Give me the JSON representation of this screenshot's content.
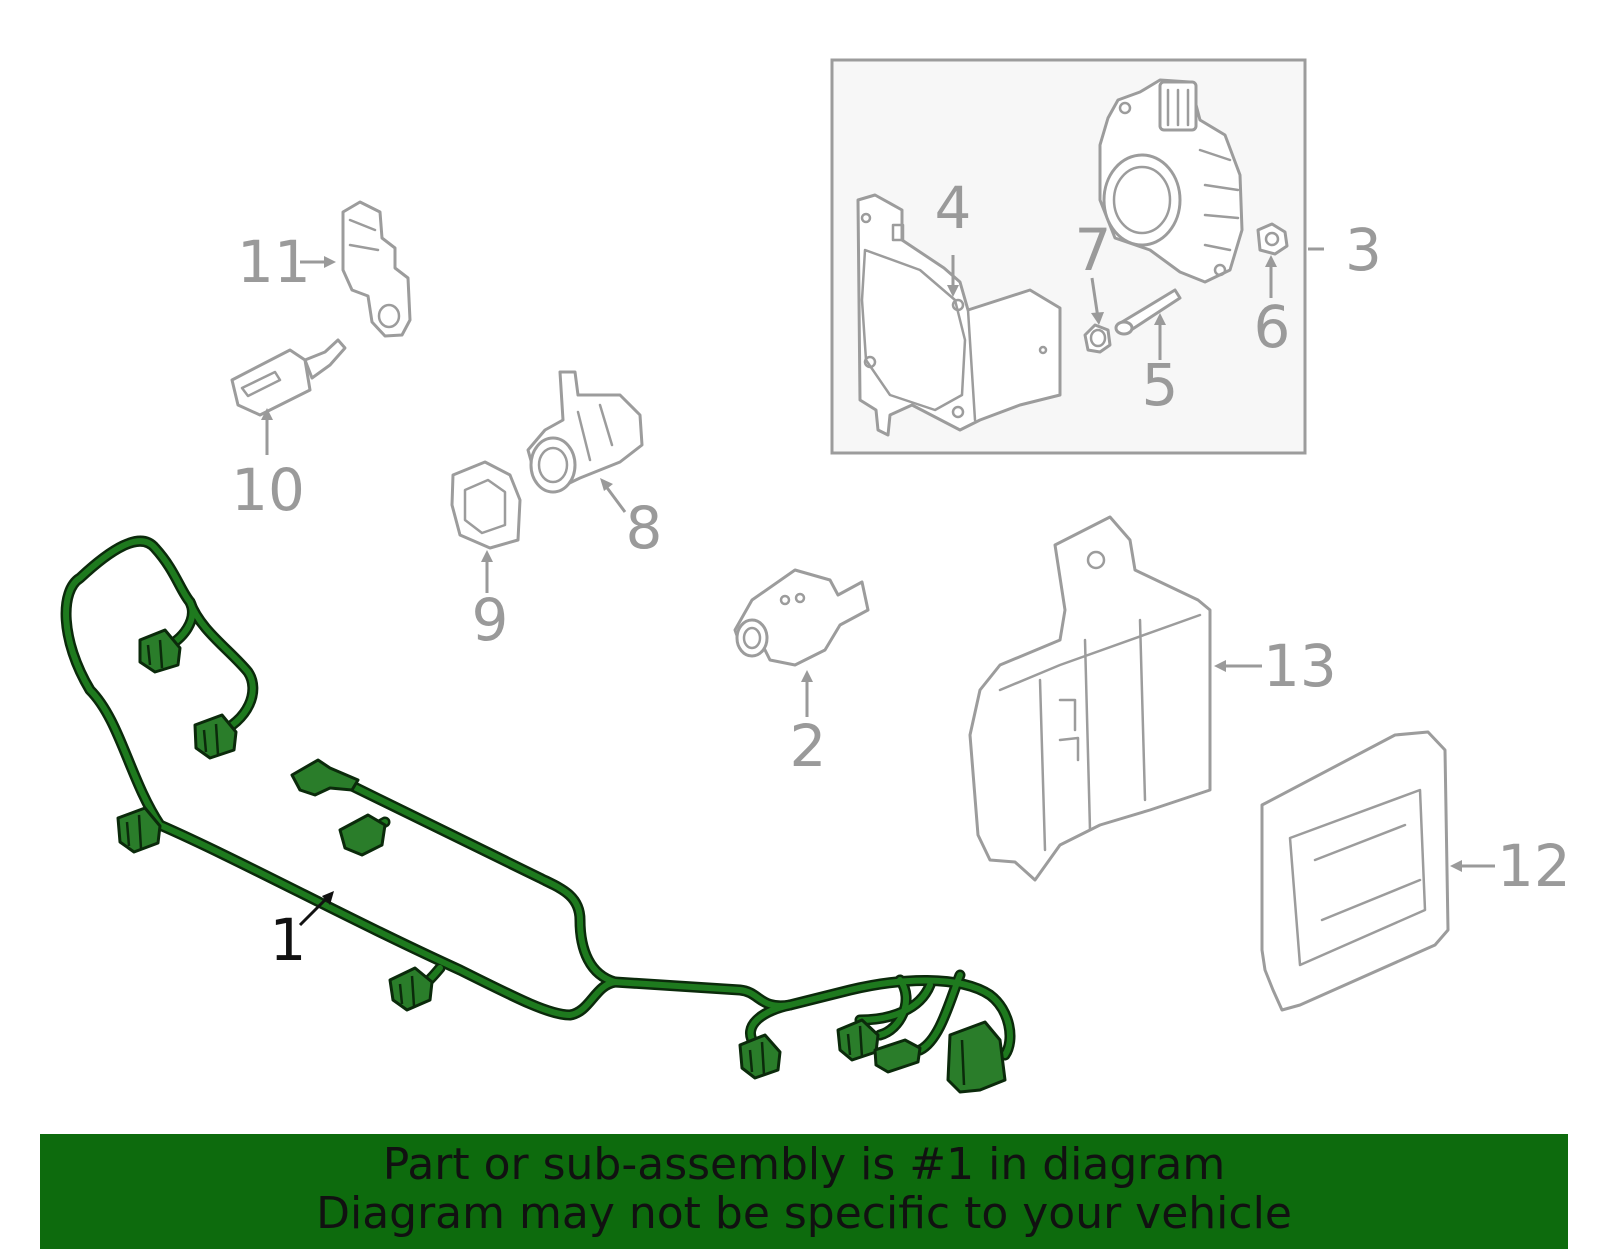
{
  "callouts": {
    "c1": "1",
    "c2": "2",
    "c3": "3",
    "c4": "4",
    "c5": "5",
    "c6": "6",
    "c7": "7",
    "c8": "8",
    "c9": "9",
    "c10": "10",
    "c11": "11",
    "c12": "12",
    "c13": "13"
  },
  "banner": {
    "line1": "Part or sub-assembly is #1 in diagram",
    "line2": "Diagram may not be specific to your vehicle"
  },
  "colors": {
    "highlight": "#1e7a1e",
    "banner": "#0d6b0d",
    "part_line": "#9c9c9c",
    "callout_gray": "#9a9a9a"
  }
}
